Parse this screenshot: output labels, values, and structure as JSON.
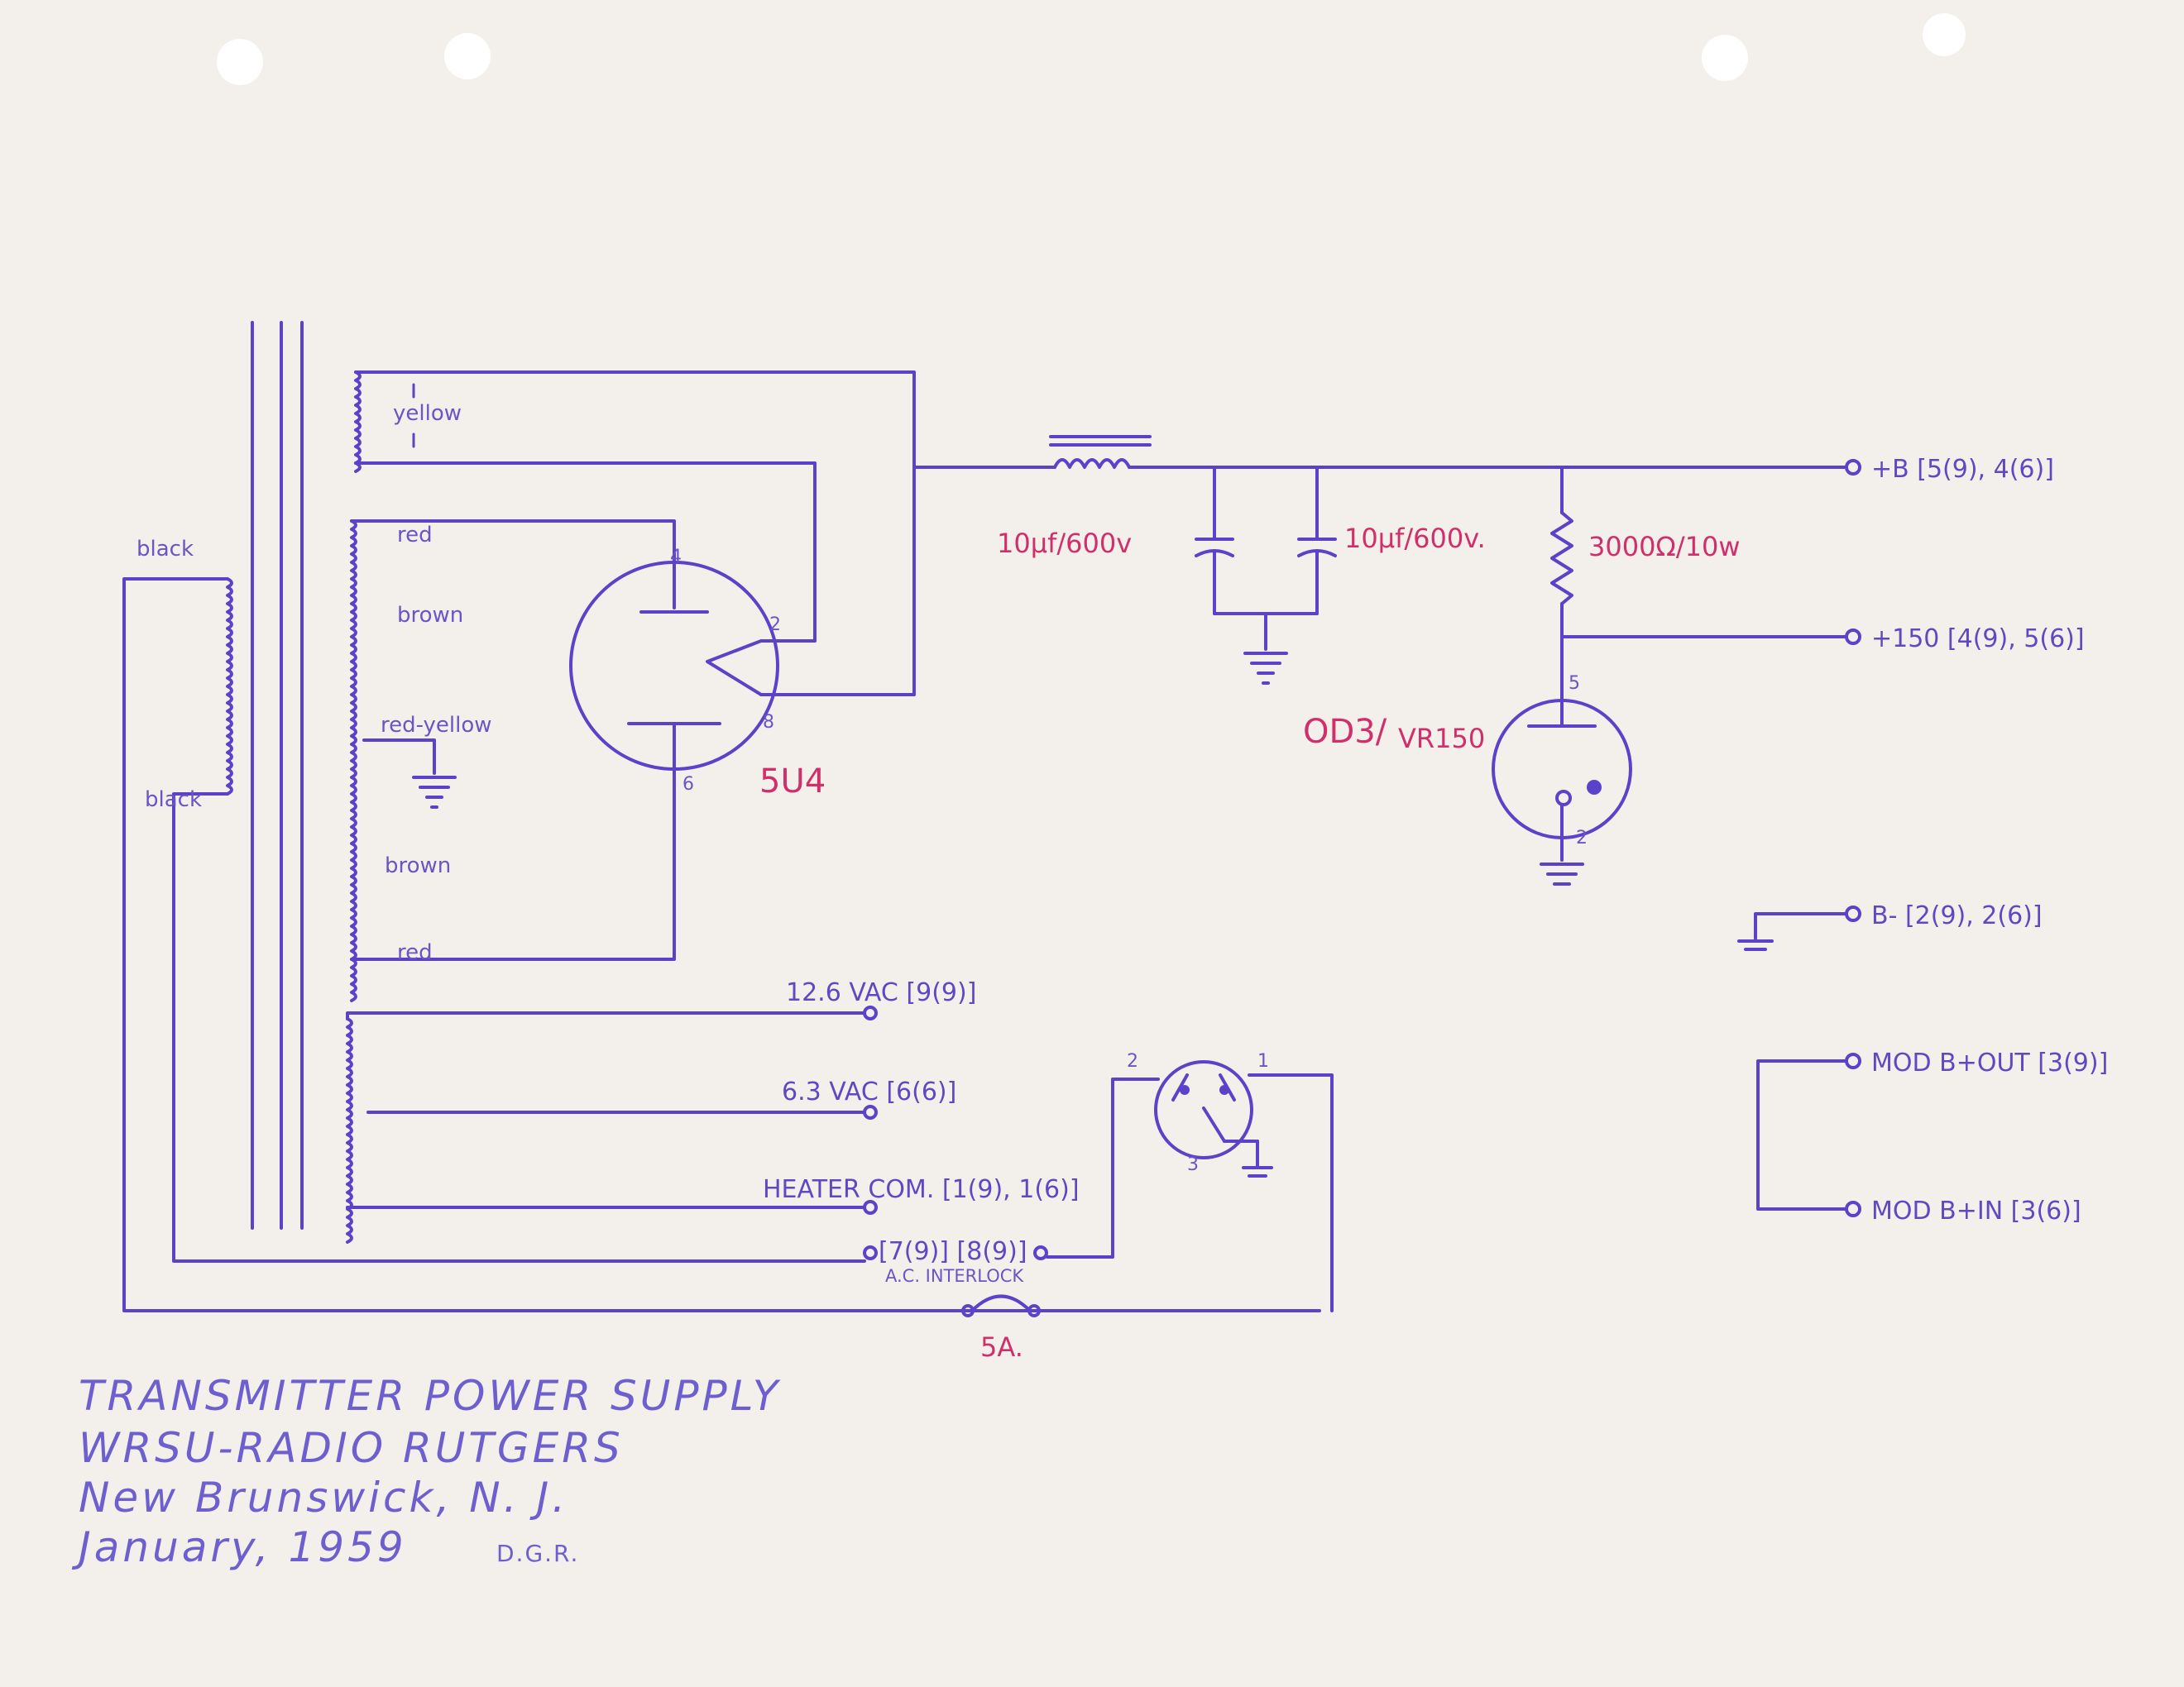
{
  "title_block": {
    "line1": "TRANSMITTER POWER SUPPLY",
    "line2": "WRSU-RADIO RUTGERS",
    "line3": "New Brunswick, N. J.",
    "line4": "January, 1959",
    "initials": "D.G.R."
  },
  "transformer": {
    "primary_top": "black",
    "primary_bottom": "black",
    "filament_winding": "yellow",
    "hv_taps": [
      "red",
      "brown",
      "red-yellow",
      "brown",
      "red"
    ]
  },
  "rectifier": {
    "name": "5U4",
    "pins": {
      "p4": "4",
      "p2": "2",
      "p8": "8",
      "p6": "6"
    }
  },
  "filter": {
    "cap1": "10µf/600v",
    "cap2": "10µf/600v.",
    "resistor": "3000Ω/10w"
  },
  "regulator": {
    "name": "OD3/",
    "subname": "VR150",
    "pins": {
      "p5": "5",
      "p2": "2"
    }
  },
  "heater": {
    "vac12": "12.6 VAC [9(9)]",
    "vac6": "6.3 VAC [6(6)]",
    "common": "HEATER COM. [1(9), 1(6)]"
  },
  "switch": {
    "pins": {
      "p1": "1",
      "p2": "2",
      "p3": "3"
    }
  },
  "interlock": {
    "pins": "[7(9)] [8(9)]",
    "label": "A.C. INTERLOCK"
  },
  "fuse": "5A.",
  "outputs": {
    "b_plus": "+B [5(9), 4(6)]",
    "plus150": "+150 [4(9), 5(6)]",
    "b_minus": "B- [2(9), 2(6)]",
    "mod_out": "MOD B+OUT [3(9)]",
    "mod_in": "MOD B+IN [3(6)]"
  },
  "colors": {
    "ink": "#5b43c9",
    "red_ink": "#cf2f6a",
    "paper": "#f3f0eb"
  }
}
